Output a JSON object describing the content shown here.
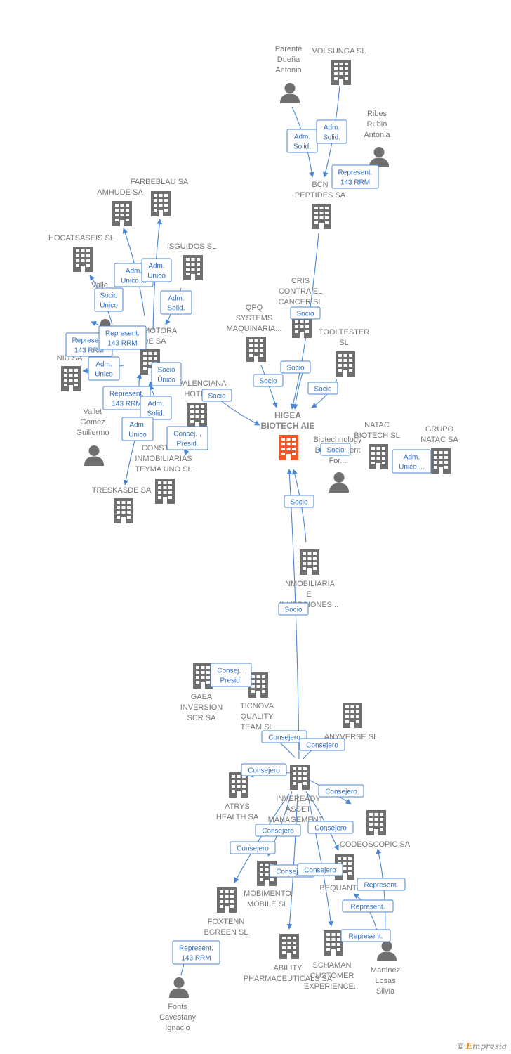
{
  "colors": {
    "edge": "#4a86d4",
    "building": "#6f6f6f",
    "focus": "#f0582a",
    "person": "#6f6f6f"
  },
  "nodes": [
    {
      "id": "volsunga",
      "type": "company",
      "lines": [
        "VOLSUNGA  SL"
      ]
    },
    {
      "id": "parente",
      "type": "person",
      "lines": [
        "Parente",
        "Dueña",
        "Antonio"
      ]
    },
    {
      "id": "ribes",
      "type": "person",
      "lines": [
        "Ribes",
        "Rubio",
        "Antonia"
      ]
    },
    {
      "id": "bcn",
      "type": "company",
      "lines": [
        "BCN",
        "PEPTIDES SA"
      ]
    },
    {
      "id": "farbeblau",
      "type": "company",
      "lines": [
        "FARBEBLAU SA"
      ]
    },
    {
      "id": "amhude",
      "type": "company",
      "lines": [
        "AMHUDE SA"
      ]
    },
    {
      "id": "hocatsaseis",
      "type": "company",
      "lines": [
        "HOCATSASEIS SL"
      ]
    },
    {
      "id": "isguidos",
      "type": "company",
      "lines": [
        "ISGUIDOS SL"
      ]
    },
    {
      "id": "vallet_m",
      "type": "person",
      "lines": [
        "Valle",
        "G",
        "M"
      ]
    },
    {
      "id": "promotora",
      "type": "company",
      "lines": [
        "ROMOTORA",
        "DE SA"
      ]
    },
    {
      "id": "niu",
      "type": "company",
      "lines": [
        "NIU SA"
      ]
    },
    {
      "id": "hoteles",
      "type": "company",
      "lines": [
        "VALENCIANA",
        "HOTELES"
      ]
    },
    {
      "id": "vallet",
      "type": "person",
      "lines": [
        "Vallet",
        "Gomez",
        "Guillermo"
      ]
    },
    {
      "id": "teyma",
      "type": "company",
      "lines": [
        "CONSTRUC",
        "INMOBILIARIAS",
        "TEYMA UNO SL"
      ]
    },
    {
      "id": "treskasde",
      "type": "company",
      "lines": [
        "TRESKASDE SA"
      ]
    },
    {
      "id": "cris",
      "type": "company",
      "lines": [
        "CRIS",
        "CONTRA EL",
        "CANCER  SL"
      ]
    },
    {
      "id": "qpq",
      "type": "company",
      "lines": [
        "QPQ",
        "SYSTEMS",
        "MAQUINARIA..."
      ]
    },
    {
      "id": "tooltester",
      "type": "company",
      "lines": [
        "TOOLTESTER",
        "SL"
      ]
    },
    {
      "id": "higea",
      "type": "focus",
      "lines": [
        "HIGEA",
        "BIOTECH AIE"
      ]
    },
    {
      "id": "biotechnology",
      "type": "person",
      "lines": [
        "Biotechnology",
        "Development",
        "For..."
      ]
    },
    {
      "id": "natac",
      "type": "company",
      "lines": [
        "NATAC",
        "BIOTECH SL"
      ]
    },
    {
      "id": "grupo",
      "type": "company",
      "lines": [
        "GRUPO",
        "NATAC SA"
      ]
    },
    {
      "id": "inmobiliaria",
      "type": "company",
      "lines": [
        "INMOBILIARIA",
        "E",
        "INVERSIONES..."
      ]
    },
    {
      "id": "gaea",
      "type": "company",
      "lines": [
        "GAEA",
        "INVERSION",
        "SCR SA"
      ]
    },
    {
      "id": "ticnova",
      "type": "company",
      "lines": [
        "TICNOVA",
        "QUALITY",
        "TEAM SL"
      ]
    },
    {
      "id": "anyverse",
      "type": "company",
      "lines": [
        "ANYVERSE  SL"
      ]
    },
    {
      "id": "atrys",
      "type": "company",
      "lines": [
        "ATRYS",
        "HEALTH SA"
      ]
    },
    {
      "id": "inveready",
      "type": "company",
      "lines": [
        "INVEREADY",
        "ASSET",
        "MANAGEMENT..."
      ]
    },
    {
      "id": "codeoscopic",
      "type": "company",
      "lines": [
        "CODEOSCOPIC SA"
      ]
    },
    {
      "id": "bequant",
      "type": "company",
      "lines": [
        "BEQUANT"
      ]
    },
    {
      "id": "mobimento",
      "type": "company",
      "lines": [
        "MOBIMENTO",
        "MOBILE SL"
      ]
    },
    {
      "id": "foxtenn",
      "type": "company",
      "lines": [
        "FOXTENN",
        "BGREEN SL"
      ]
    },
    {
      "id": "ability",
      "type": "company",
      "lines": [
        "ABILITY",
        "PHARMACEUTICALS SA"
      ]
    },
    {
      "id": "schaman",
      "type": "company",
      "lines": [
        "SCHAMAN",
        "CUSTOMER",
        "EXPERIENCE..."
      ]
    },
    {
      "id": "martinez",
      "type": "person",
      "lines": [
        "Martinez",
        "Losas",
        "Silvia"
      ]
    },
    {
      "id": "fonts",
      "type": "person",
      "lines": [
        "Fonts",
        "Cavestany",
        "Ignacio"
      ]
    }
  ],
  "edges": [
    {
      "lines": [
        "Adm.",
        "Solid."
      ]
    },
    {
      "lines": [
        "Adm.",
        "Solid."
      ]
    },
    {
      "lines": [
        "Represent.",
        "143 RRM"
      ]
    },
    {
      "lines": [
        "Adm.",
        "Unico,..."
      ]
    },
    {
      "lines": [
        "Adm.",
        "Unico"
      ]
    },
    {
      "lines": [
        "Socio",
        "Único"
      ]
    },
    {
      "lines": [
        "Adm.",
        "Solid."
      ]
    },
    {
      "lines": [
        "Represent.",
        "143 RRM"
      ]
    },
    {
      "lines": [
        "Represent.",
        "143 RRM"
      ]
    },
    {
      "lines": [
        "Adm.",
        "Unico"
      ]
    },
    {
      "lines": [
        "Socio",
        "Único"
      ]
    },
    {
      "lines": [
        "Socio"
      ]
    },
    {
      "lines": [
        "Represent.",
        "143 RRM"
      ]
    },
    {
      "lines": [
        "Adm.",
        "Solid."
      ]
    },
    {
      "lines": [
        "Adm.",
        "Unico"
      ]
    },
    {
      "lines": [
        "Consej. ,",
        "Presid."
      ]
    },
    {
      "lines": [
        "Socio"
      ]
    },
    {
      "lines": [
        "Socio"
      ]
    },
    {
      "lines": [
        "Socio"
      ]
    },
    {
      "lines": [
        "Socio"
      ]
    },
    {
      "lines": [
        "Socio"
      ]
    },
    {
      "lines": [
        "Adm.",
        "Unico,..."
      ]
    },
    {
      "lines": [
        "Socio"
      ]
    },
    {
      "lines": [
        "Socio"
      ]
    },
    {
      "lines": [
        "Consej. ,",
        "Presid."
      ]
    },
    {
      "lines": [
        "Consejero"
      ]
    },
    {
      "lines": [
        "Consejero"
      ]
    },
    {
      "lines": [
        "Consejero"
      ]
    },
    {
      "lines": [
        "Consejero"
      ]
    },
    {
      "lines": [
        "Consejero"
      ]
    },
    {
      "lines": [
        "Consejero"
      ]
    },
    {
      "lines": [
        "Consejero"
      ]
    },
    {
      "lines": [
        "Consejero"
      ]
    },
    {
      "lines": [
        "Consejero"
      ]
    },
    {
      "lines": [
        "Represent."
      ]
    },
    {
      "lines": [
        "Represent."
      ]
    },
    {
      "lines": [
        "Represent."
      ]
    },
    {
      "lines": [
        "Represent.",
        "143 RRM"
      ]
    }
  ],
  "brand": {
    "copyright": "©",
    "logo_initial": "E",
    "logo_rest": "mpresia"
  }
}
